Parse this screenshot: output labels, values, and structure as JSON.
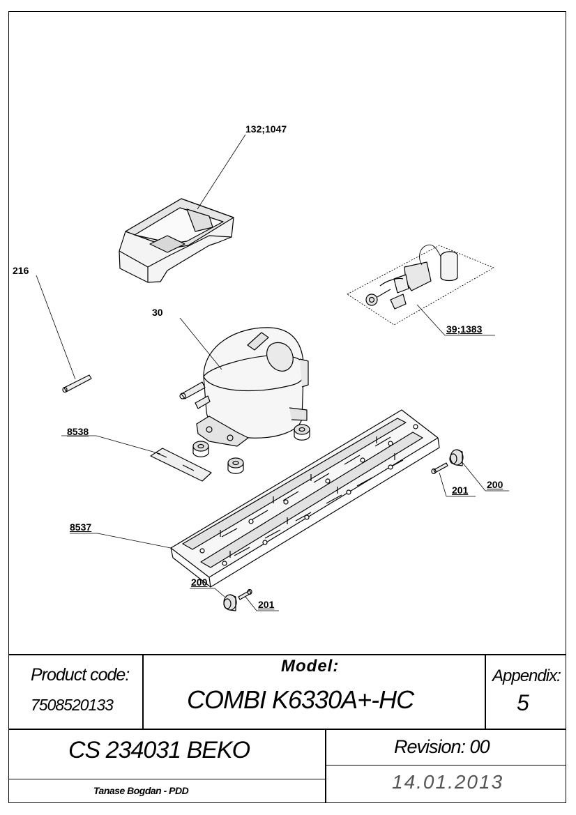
{
  "callouts": {
    "c1": "132;1047",
    "c2": "216",
    "c3": "30",
    "c4": "39;1383",
    "c5": "8538",
    "c6": "201",
    "c7": "200",
    "c8": "8537",
    "c9": "200",
    "c10": "201"
  },
  "title_block": {
    "product_code_label": "Product code:",
    "product_code_value": "7508520133",
    "model_label": "Model:",
    "model_value": "COMBI K6330A+-HC",
    "appendix_label": "Appendix:",
    "appendix_value": "5",
    "document_number": "CS 234031 BEKO",
    "revision": "Revision: 00",
    "author": "Tanase Bogdan - PDD",
    "date": "14.01.2013"
  }
}
